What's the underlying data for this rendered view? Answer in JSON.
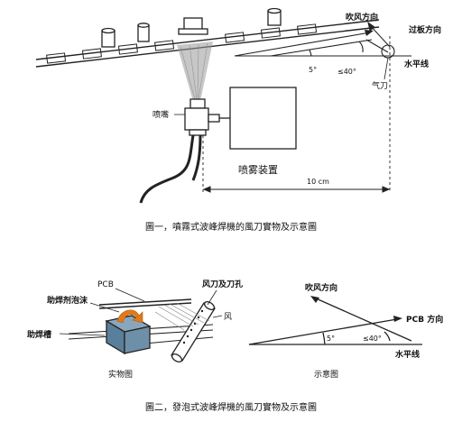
{
  "figure1": {
    "blow_direction": "吹风方向",
    "board_direction": "过板方向",
    "horizontal_line": "水平线",
    "angle_5": "5°",
    "angle_40": "≤40°",
    "air_knife": "气刀",
    "nozzle": "喷嘴",
    "spray_device": "喷雾装置",
    "distance": "10 cm",
    "caption": "圖一，噴霧式波峰焊機的風刀實物及示意圖"
  },
  "figure2": {
    "pcb": "PCB",
    "flux_foam": "助焊剂泡沫",
    "flux_tank": "助焊槽",
    "air_knife_hole": "风刀及刀孔",
    "wind": "风",
    "physical_label": "实物图",
    "blow_direction": "吹风方向",
    "pcb_direction": "PCB 方向",
    "angle_5": "5°",
    "angle_40": "≤40°",
    "horizontal_line": "水平线",
    "schematic_label": "示意图",
    "caption": "圖二，發泡式波峰焊機的風刀實物及示意圖"
  },
  "colors": {
    "line": "#222222",
    "foam_arrow": "#e07a1a",
    "spray": "#999999",
    "tank": "#5a7f9a"
  }
}
